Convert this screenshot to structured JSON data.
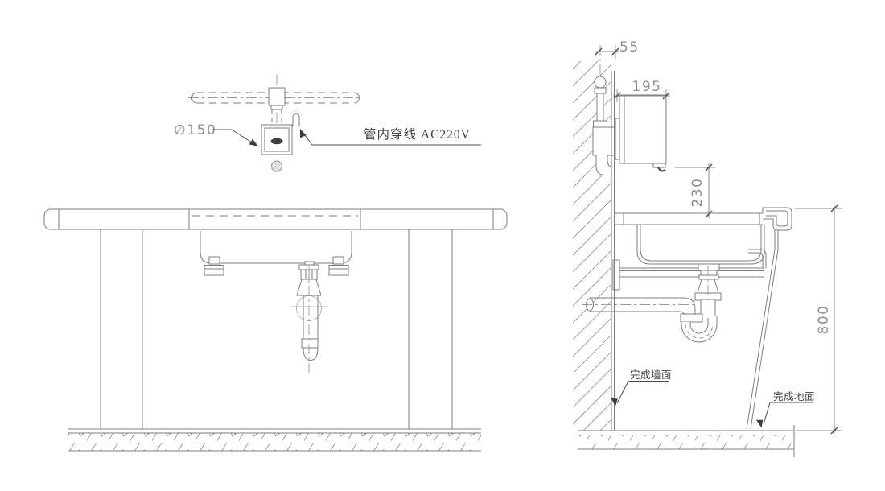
{
  "drawing": {
    "faucet_detail": {
      "diameter_label": "∅150",
      "wiring_label": "管内穿线 AC220V"
    },
    "side_view": {
      "dim_pipe_to_wall": "55",
      "dim_sensor_box_depth": "195",
      "dim_spout_to_counter": "230",
      "dim_counter_height": "800",
      "finished_wall_label": "完成墙面",
      "finished_floor_label": "完成地面"
    },
    "colors": {
      "background": "#ffffff",
      "line": "#7e7e7e",
      "centerline": "#9a9a9a",
      "dimension_text": "#8f8f8f",
      "annotation_text": "#3f3f3f",
      "arrow": "#3e3e3e",
      "hatch": "#949494",
      "sensor_window": "#3f3f3f"
    }
  }
}
